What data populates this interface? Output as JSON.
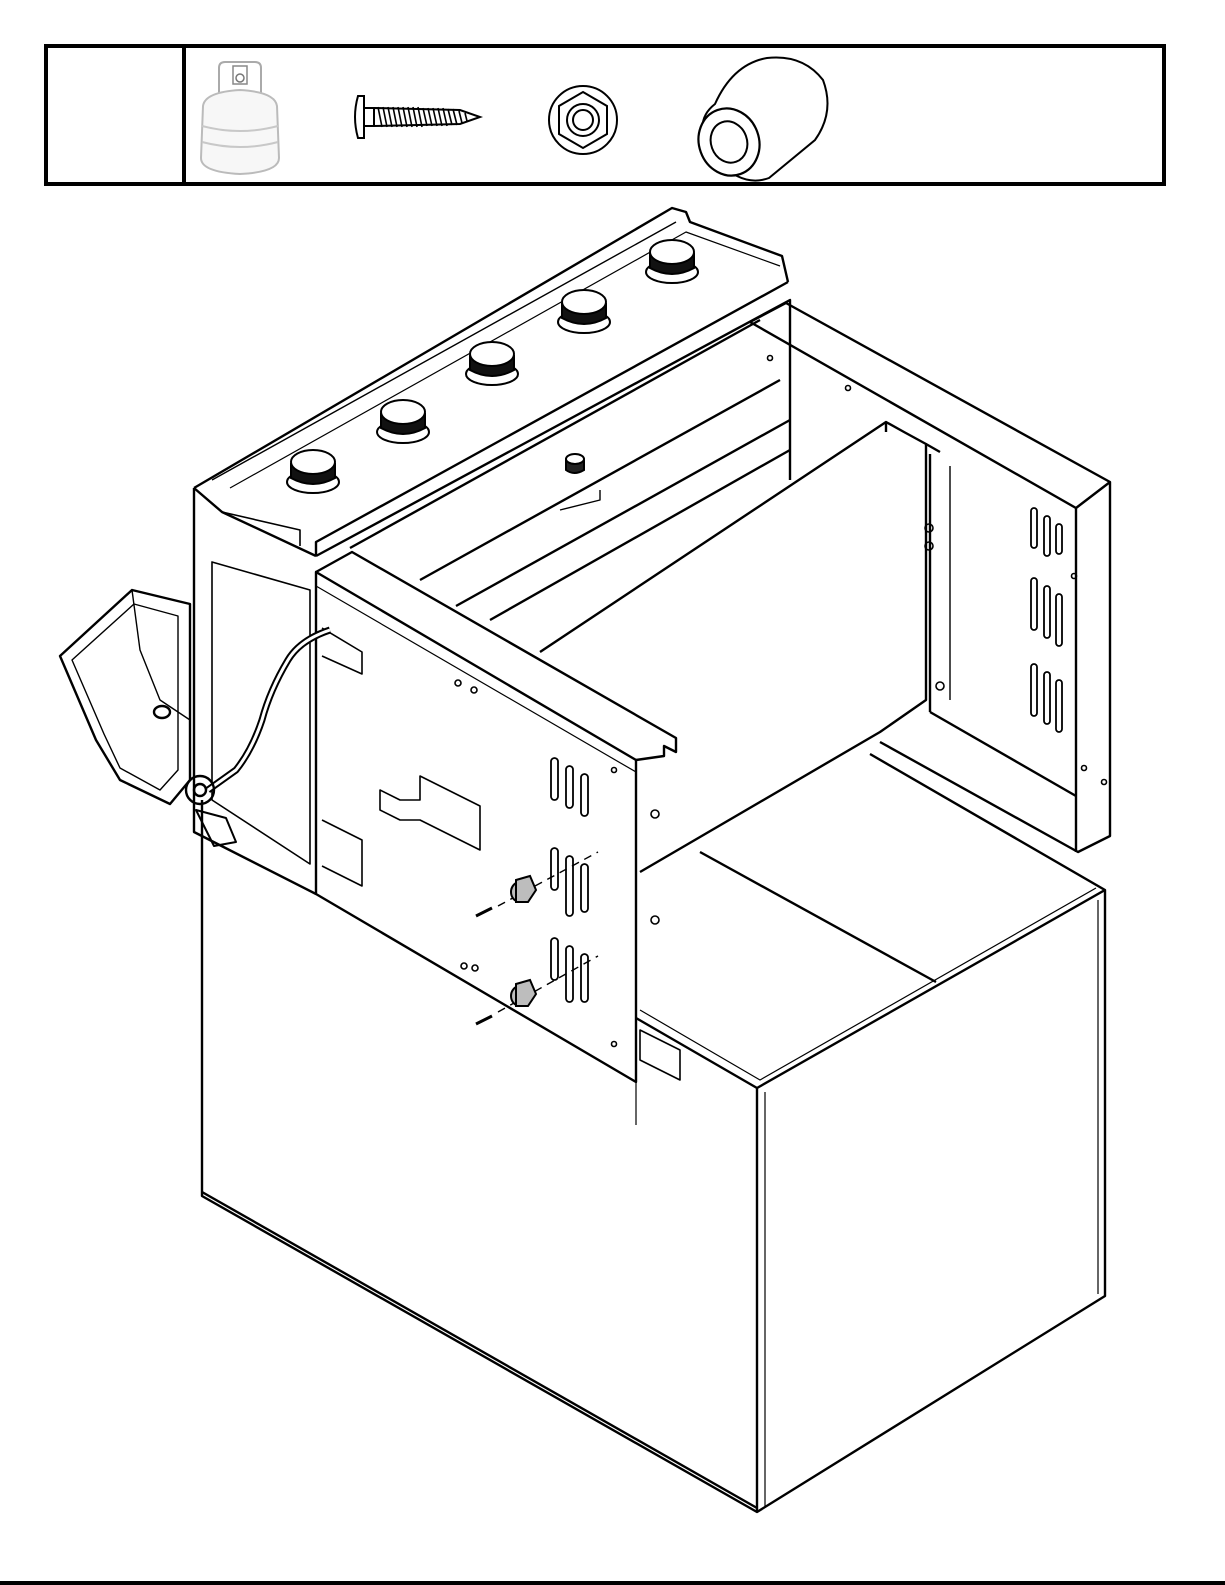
{
  "page": {
    "step_number": "",
    "step_text": ""
  },
  "parts": [
    {
      "icon": "propane-tank-icon",
      "quantity": ""
    },
    {
      "icon": "screw-icon",
      "quantity": ""
    },
    {
      "icon": "hex-nut-icon",
      "quantity": ""
    },
    {
      "icon": "rubber-bumper-icon",
      "quantity": ""
    }
  ],
  "assembly": {
    "control_knobs": 5,
    "bumpers_installed": 2,
    "screws_installed": 2
  },
  "colors": {
    "line": "#000000",
    "paper": "#ffffff",
    "bumper_fill": "#bdbdbd"
  }
}
